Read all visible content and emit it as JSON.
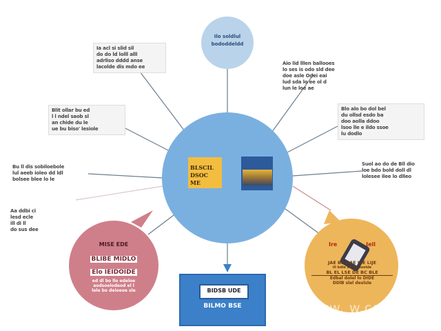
{
  "colors": {
    "center": "#7ab0e0",
    "top": "#b9d3ea",
    "pink": "#cf7f8a",
    "orange": "#eeb65a",
    "blue": "#3b80c8",
    "line": "#6b7c8c"
  },
  "top_node": {
    "text": "Ilo soldlul\nbododdeldd"
  },
  "center": {
    "card_text": "BLSCIL\nDSOC ME",
    "photo": "photo"
  },
  "callouts": {
    "top_left": "Ia acl si slid sil\ndo do ld lolll alll\nadrliso dddd anse\nlacolde dis mdo ee",
    "mid_left": "Blit ollar bu ed\nl l ndel saob sl\nan chide du le\nue bu biso' lesiole",
    "left": "Bu ll dis sobiloebole\nlul aeeb ioleo dd ldl\nbolsee blee lo le",
    "far_left": "Aa ddbi ci\nlesd ecle\nill di ll\ndo sus dee",
    "top_right": "Aio lid lllen ballooes\nlo ses is odo sld dee\ndoe asle Odei eai\nlud sda lo ee ol d\nlun le loe ae",
    "right": "Blo alo bo dol bel\ndu ollsd esdo ba\ndoo aolla ddoo\nlsoo lle e ildo ssoe\nlu dodlo",
    "far_right": "Suol ao do de Bll dio\nloe bdo bold doll dl\nlolesee ilee lo dlleo"
  },
  "pink_node": {
    "title": "MISE EDE",
    "lines": [
      "BLIBE MIDLO",
      "Elo  IEIDOIDE",
      "ed dl bo llo edeloe",
      "aodsoelodeod el l",
      "lele bo deioeoe sle"
    ]
  },
  "orange_node": {
    "title_left": "Ire",
    "title_right": "Iell",
    "lines": [
      "JAE BE  DAE ICE LIJE",
      "ill bdle sdosl  doelde",
      "BL EL  LSE DE BC BLE",
      "Edbal dolel lo  DIDE",
      "DDlB slel deslsle"
    ]
  },
  "blue_node": {
    "title": "BIDSB UDE",
    "subtitle": "BILMO BSE"
  },
  "watermark": "www.          w.com"
}
